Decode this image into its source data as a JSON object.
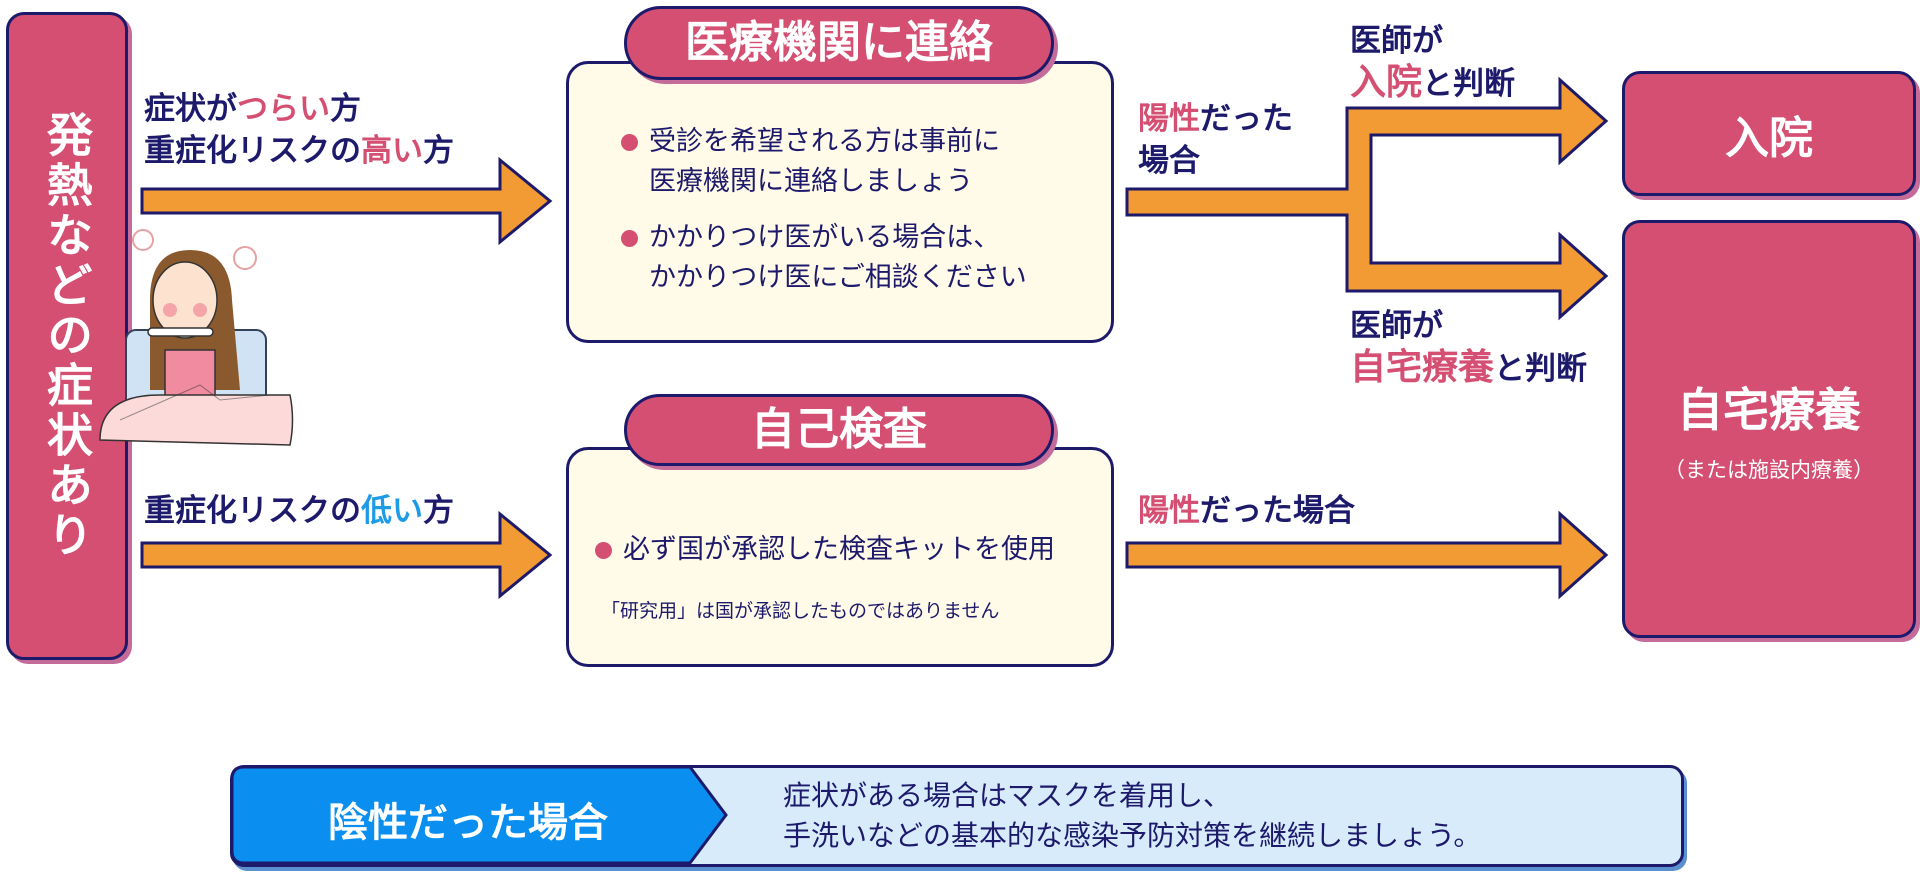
{
  "left_bar": {
    "label": "発熱などの症状あり"
  },
  "upper_path": {
    "line1_a": "症状が",
    "line1_b": "つらい",
    "line1_c": "方",
    "line2_a": "重症化リスクの",
    "line2_b": "高い",
    "line2_c": "方"
  },
  "lower_path": {
    "label_a": "重症化リスクの",
    "label_b": "低い",
    "label_c": "方"
  },
  "medical": {
    "title": "医療機関に連絡",
    "bullets": [
      "受診を希望される方は事前に\n医療機関に連絡しましょう",
      "かかりつけ医がいる場合は、\nかかりつけ医にご相談ください"
    ]
  },
  "self_test": {
    "title": "自己検査",
    "bullet": "必ず国が承認した検査キットを使用",
    "note": "「研究用」は国が承認したものではありません"
  },
  "positive_upper": {
    "a": "陽性",
    "b": "だった\n場合"
  },
  "positive_lower": {
    "a": "陽性",
    "b": "だった場合"
  },
  "doctor_hospital": {
    "l1": "医師が",
    "a": "入院",
    "b": "と判断"
  },
  "doctor_home": {
    "l1": "医師が",
    "a": "自宅療養",
    "b": "と判断"
  },
  "hospital": {
    "label": "入院"
  },
  "home": {
    "label": "自宅療養",
    "sub": "（または施設内療養）"
  },
  "negative": {
    "label": "陰性だった場合",
    "line1": "症状がある場合はマスクを着用し、",
    "line2": "手洗いなどの基本的な感染予防対策を継続しましょう。"
  },
  "colors": {
    "pink": "#d44f72",
    "navy": "#1d1a6b",
    "orange": "#f29a33",
    "cream": "#fffbe8",
    "blue": "#0a8ff0"
  }
}
